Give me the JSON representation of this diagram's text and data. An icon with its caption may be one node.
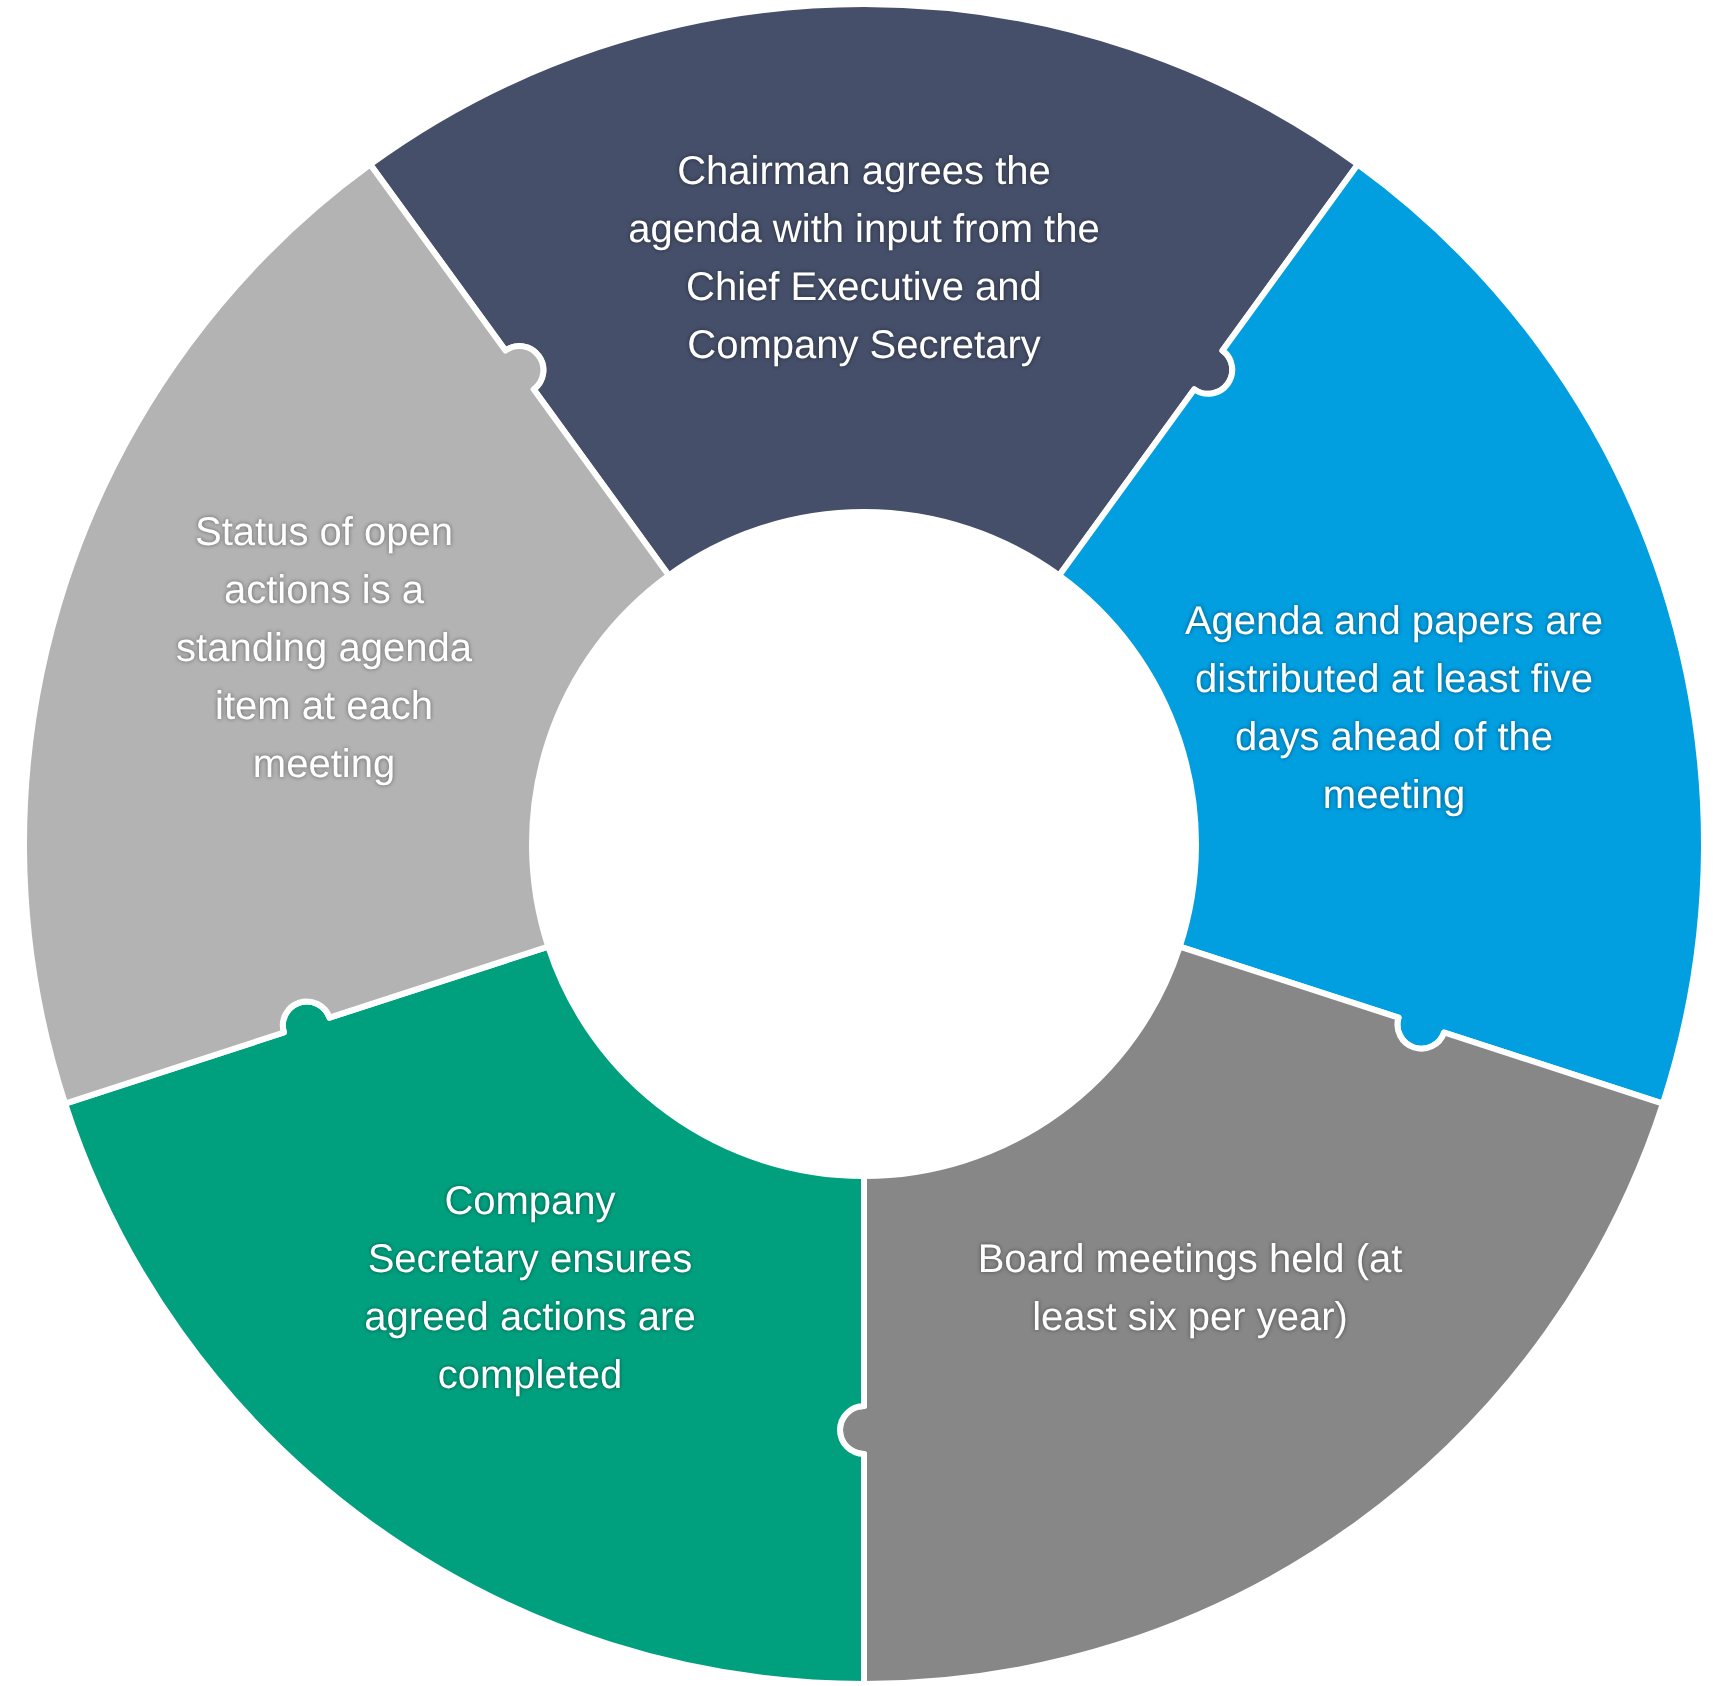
{
  "diagram": {
    "nodes": [
      {
        "text": [
          "Chairman agrees the agenda with input from the Chief Executive and Company Secretary"
        ]
      },
      {
        "text": [
          "Agenda and papers are distributed at least five days ahead of the meeting"
        ]
      },
      {
        "text": [
          "Board meetings held (at least six per year)"
        ]
      },
      {
        "text": [
          "Company Secretary ensures agreed actions are completed"
        ]
      },
      {
        "text": [
          "Status of open actions is a standing agenda item at each meeting"
        ]
      }
    ]
  }
}
